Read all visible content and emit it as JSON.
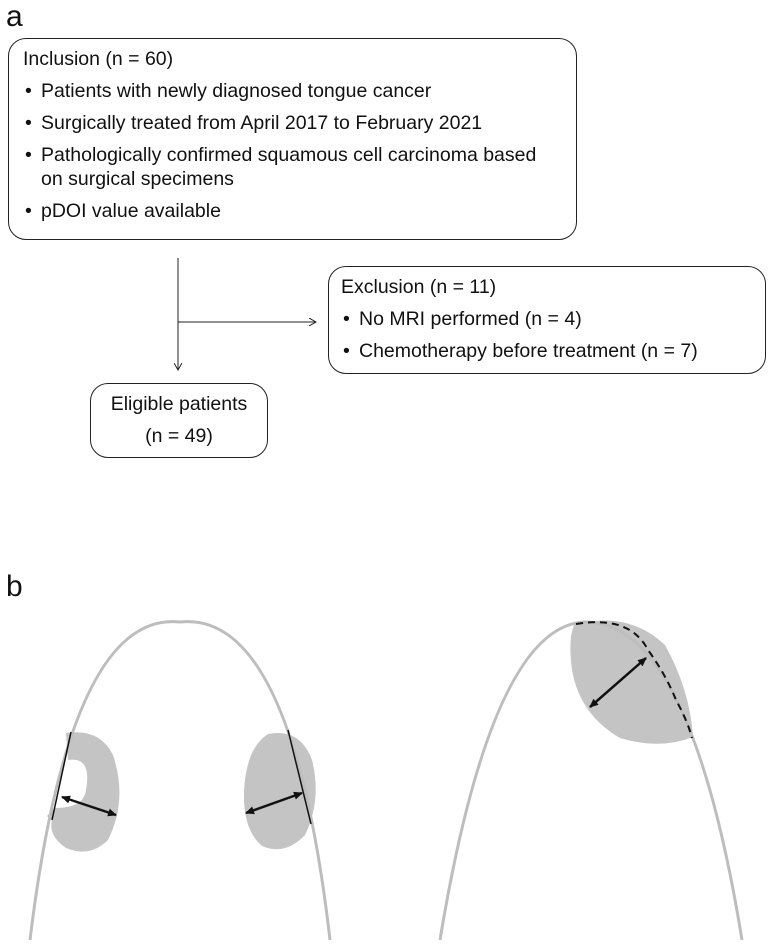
{
  "panels": {
    "a": "a",
    "b": "b"
  },
  "inclusion": {
    "title": "Inclusion (n = 60)",
    "items": [
      "Patients with newly diagnosed tongue cancer",
      "Surgically treated from April 2017 to February 2021",
      "Pathologically confirmed squamous cell carcinoma based on surgical specimens",
      "pDOI value available"
    ]
  },
  "exclusion": {
    "title": "Exclusion (n = 11)",
    "items": [
      "No MRI performed (n = 4)",
      "Chemotherapy before treatment (n = 7)"
    ]
  },
  "eligible": {
    "line1": "Eligible patients",
    "line2": "(n = 49)"
  },
  "colors": {
    "tumor_fill": "#c4c4c4",
    "tongue_outline": "#bdbdbd",
    "ink": "#111111"
  }
}
